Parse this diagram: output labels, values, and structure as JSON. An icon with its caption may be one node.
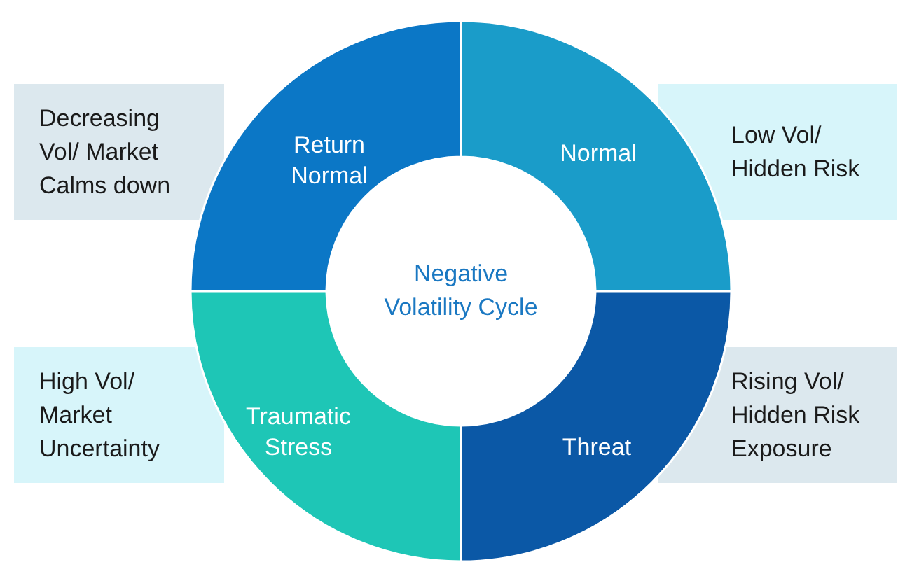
{
  "diagram": {
    "nodes": [
      {
        "text": [
          "Decreasing Vol/ Market Calms down"
        ]
      },
      {
        "text": [
          "Return Normal"
        ]
      },
      {
        "text": [
          "Normal"
        ]
      },
      {
        "text": [
          "Low Vol/ Hidden Risk"
        ]
      },
      {
        "text": [
          "Negative Volatility Cycle"
        ]
      },
      {
        "text": [
          "High Vol/ Market Uncertainty"
        ]
      },
      {
        "text": [
          "Traumatic Stress"
        ]
      },
      {
        "text": [
          "Threat"
        ]
      },
      {
        "text": [
          "Rising Vol/ Hidden Risk Exposure"
        ]
      }
    ]
  }
}
